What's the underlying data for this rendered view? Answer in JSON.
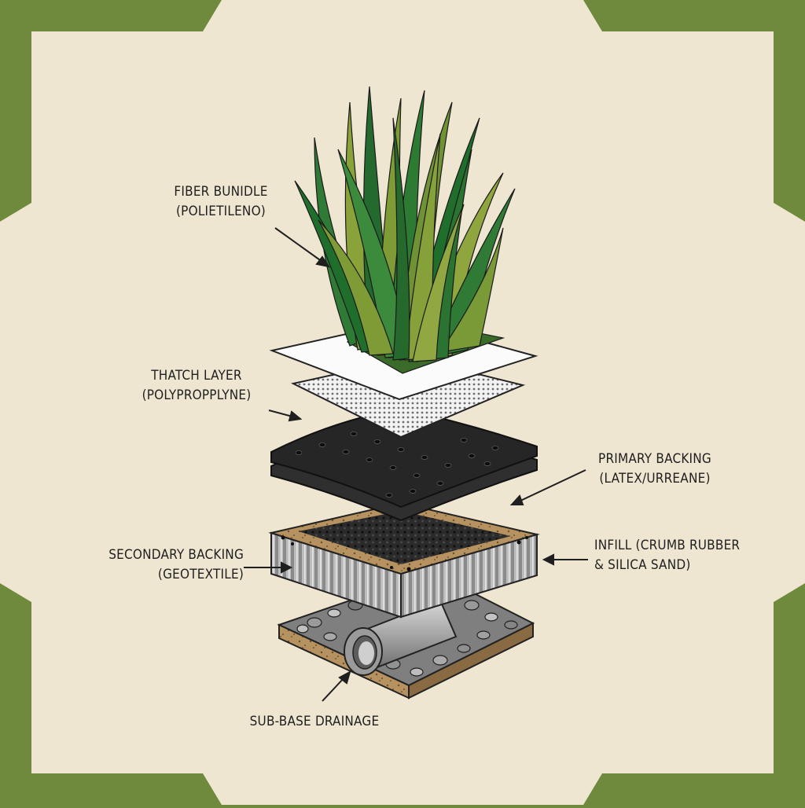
{
  "labels": {
    "fiber": {
      "line1": "FIBER BUNIDLE",
      "line2": "(POLIETILENO)"
    },
    "thatch": {
      "line1": "THATCH LAYER",
      "line2": "(POLYPROPPLYNE)"
    },
    "primary": {
      "line1": "PRIMARY BACKING",
      "line2": "(LATEX/URREANE)"
    },
    "secondary": {
      "line1": "SECONDARY BACKING",
      "line2": "(GEOTEXTILE)"
    },
    "infill": {
      "line1": "INFILL (CRUMB RUBBER",
      "line2": "& SILICA SAND)"
    },
    "subbase": {
      "line1": "SUB-BASE DRAINAGE"
    }
  },
  "colors": {
    "frame": "#6f8a3c",
    "paper": "#efe6d2",
    "grass_dark": "#1f6e2c",
    "grass_light": "#7f9a36",
    "backing": "#2a2a2a",
    "soil": "#b08a5a",
    "gravel": "#8c8c8c",
    "pipe": "#a9a9a9"
  }
}
